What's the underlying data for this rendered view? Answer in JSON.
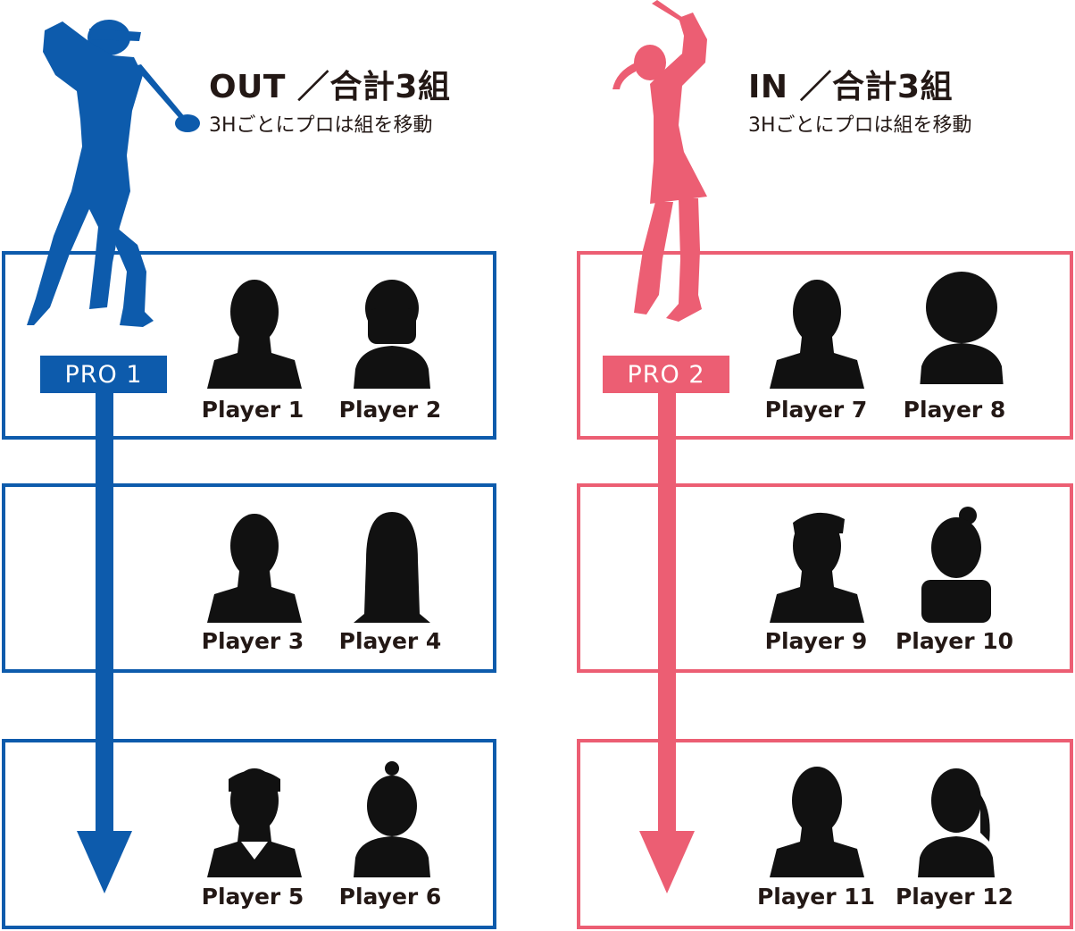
{
  "colors": {
    "out": "#0d5bac",
    "in": "#ec5e73",
    "silhouette": "#111111"
  },
  "out": {
    "title": "OUT ／合計3組",
    "subtitle": "3Hごとにプロは組を移動",
    "pro_label": "PRO 1",
    "groups": [
      {
        "players": [
          "Player 1",
          "Player 2"
        ]
      },
      {
        "players": [
          "Player 3",
          "Player 4"
        ]
      },
      {
        "players": [
          "Player 5",
          "Player 6"
        ]
      }
    ]
  },
  "in": {
    "title": "IN ／合計3組",
    "subtitle": "3Hごとにプロは組を移動",
    "pro_label": "PRO 2",
    "groups": [
      {
        "players": [
          "Player 7",
          "Player 8"
        ]
      },
      {
        "players": [
          "Player 9",
          "Player 10"
        ]
      },
      {
        "players": [
          "Player 11",
          "Player 12"
        ]
      }
    ]
  }
}
